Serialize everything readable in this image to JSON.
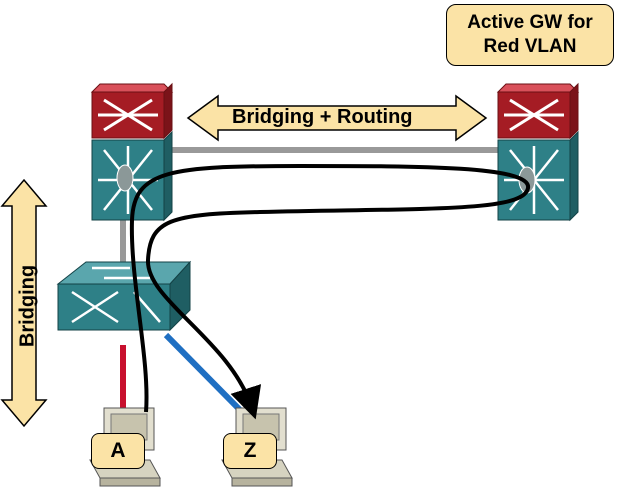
{
  "callout": {
    "line1": "Active GW for",
    "line2": "Red VLAN"
  },
  "arrows": {
    "horizontal_label": "Bridging + Routing",
    "vertical_label": "Bridging"
  },
  "hosts": [
    {
      "label": "A"
    },
    {
      "label": "Z"
    }
  ],
  "colors": {
    "router_red": "#a51c24",
    "switch_teal": "#2e8087",
    "arrow_fill": "#fbe3a6",
    "red_vlan_link": "#c8102e",
    "blue_vlan_link": "#1f6fc2",
    "trunk_link": "#999999",
    "flow_path": "#000000"
  }
}
